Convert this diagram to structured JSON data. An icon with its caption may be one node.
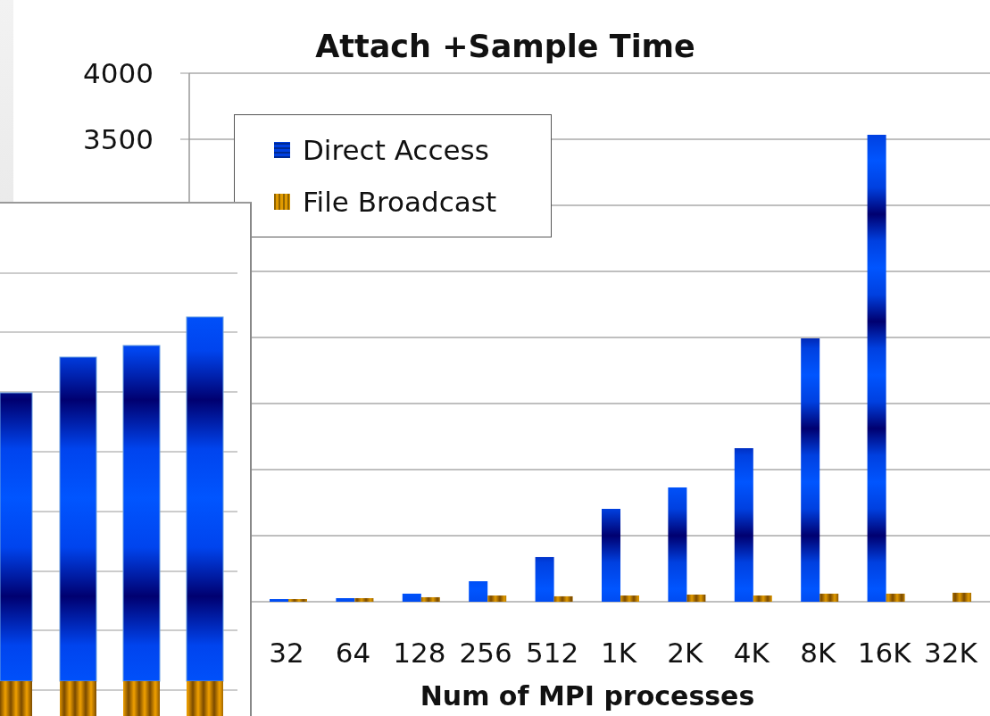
{
  "diagram": {
    "chart_data": {
      "type": "bar",
      "title": "Attach +Sample Time",
      "xlabel": "Num of MPI processes",
      "categories": [
        "32",
        "64",
        "128",
        "256",
        "512",
        "1K",
        "2K",
        "4K",
        "8K",
        "16K",
        "32K"
      ],
      "series": [
        {
          "name": "Direct Access",
          "values": [
            20,
            27,
            61,
            155,
            338,
            703,
            865,
            1162,
            1993,
            3534,
            null
          ]
        },
        {
          "name": "File Broadcast",
          "values": [
            20,
            27,
            34,
            47,
            41,
            47,
            54,
            47,
            61,
            61,
            68
          ]
        }
      ],
      "ylim": [
        0,
        4000
      ],
      "yticks": [
        3500,
        4000
      ]
    }
  }
}
